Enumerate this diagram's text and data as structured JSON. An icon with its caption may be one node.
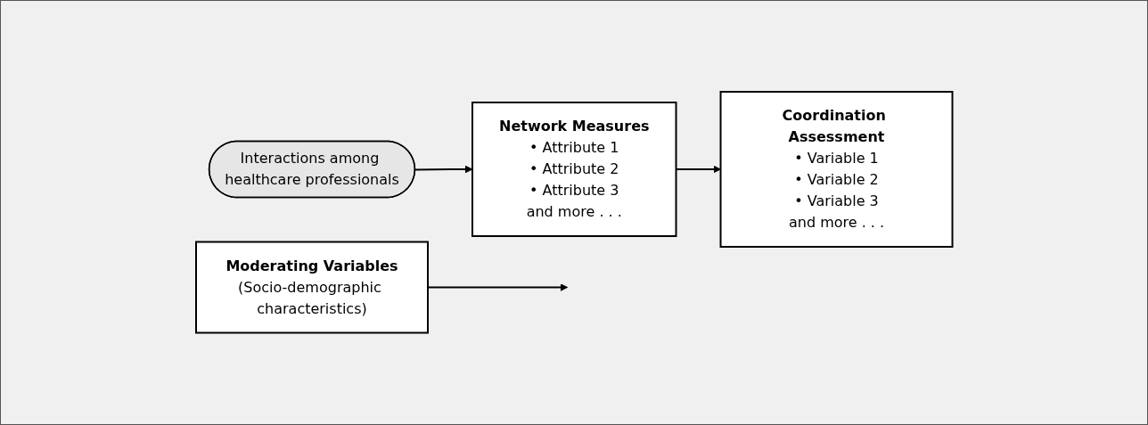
{
  "diagram": {
    "nodes": [
      {
        "text": [
          "Interactions among healthcare professionals"
        ]
      },
      {
        "text": [
          "Moderating Variables",
          "(Socio-demographic characteristics)"
        ]
      },
      {
        "text": [
          "Network Measures",
          "• Attribute 1",
          "• Attribute 2",
          "• Attribute 3",
          "and more . . ."
        ]
      },
      {
        "text": [
          "Coordination Assessment",
          "• Variable 1",
          "• Variable 2",
          "• Variable 3",
          "and more . . ."
        ]
      }
    ],
    "edges": [
      {
        "from": 0,
        "to": 2,
        "arrow": "to"
      },
      {
        "from": 2,
        "to": 3,
        "arrow": "to"
      },
      {
        "from": 1,
        "to": null,
        "arrow": "to"
      }
    ]
  }
}
